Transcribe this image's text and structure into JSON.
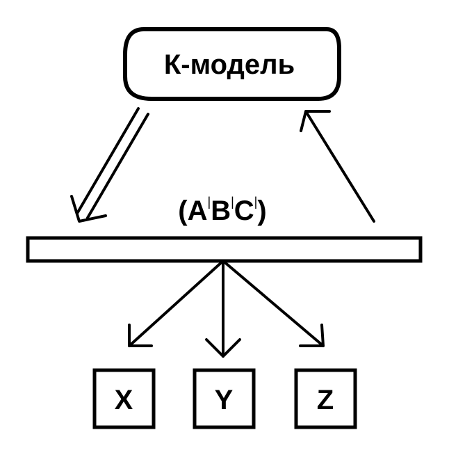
{
  "diagram": {
    "model_label": "К-модель",
    "tuple": {
      "open": "(",
      "parts": [
        "A",
        "B",
        "C"
      ],
      "mark": "|",
      "close": ")"
    },
    "outputs": [
      "X",
      "Y",
      "Z"
    ],
    "colors": {
      "stroke": "#000000",
      "background": "#ffffff"
    }
  }
}
